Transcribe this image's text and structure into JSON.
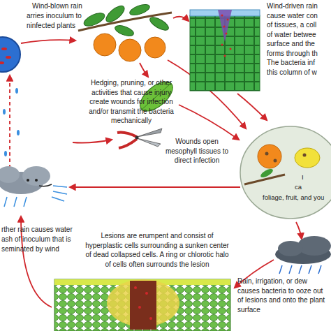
{
  "diagram": {
    "nodes": [
      {
        "text": [
          "I",
          "ca",
          "foliage, fruit, and you"
        ]
      }
    ],
    "labels": [
      "Wind-blown rain",
      "arries inoculum to",
      "ninfected plants",
      "Wind-driven rain",
      "cause water con",
      "of tissues, a coll",
      "of water betwee",
      "surface and the",
      "forms through th",
      "The bacteria inf",
      "this column of w",
      "Hedging, pruning, or other activities that cause injury create wounds for infection and/or transmit the bacteria mechanically",
      "Wounds open mesophyll tissues to direct infection",
      "Lesions are erumpent and consist of hyperplastic cells surrounding a sunken center of dead collapsed cells. A ring or chlorotic halo of cells often surrounds the lesion",
      "Rain, irrigation, or dew causes bacteria to ooze out of lesions and onto the plant surface",
      "rther rain causes water",
      "ash of inoculum that is",
      "seminated by wind"
    ]
  }
}
